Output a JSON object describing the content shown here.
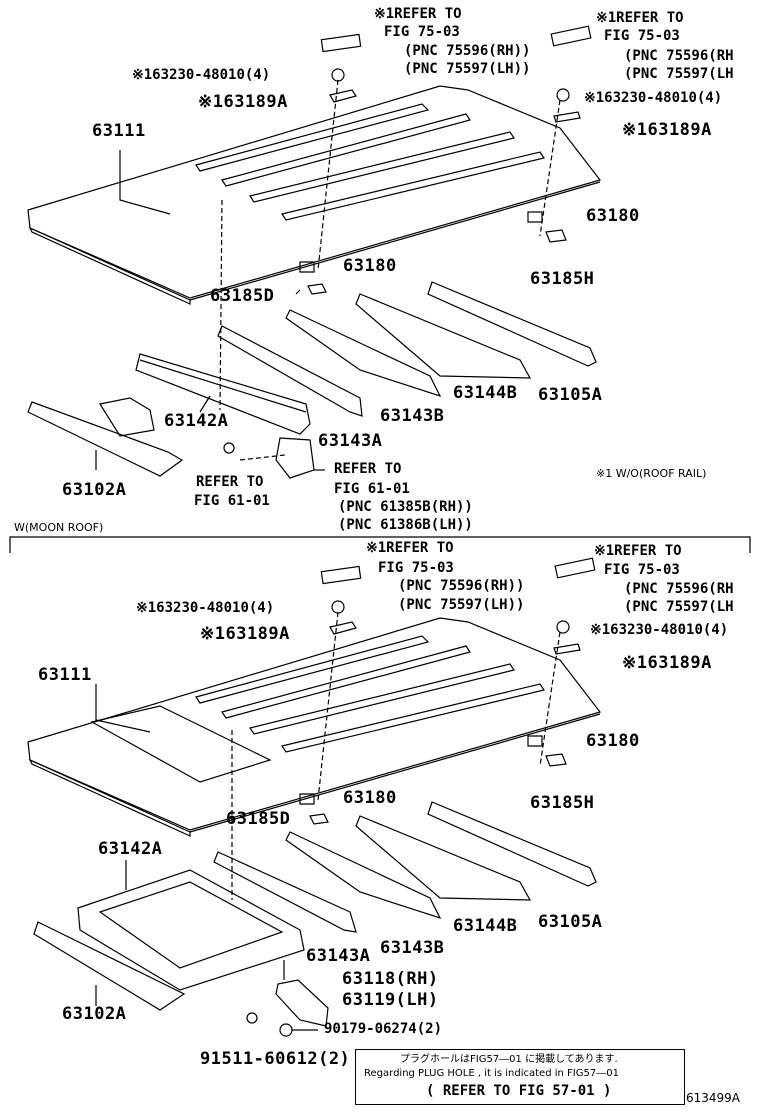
{
  "upper": {
    "refer_roof_rail_left": [
      "※1REFER TO",
      "FIG 75-03",
      "(PNC 75596(RH))",
      "(PNC 75597(LH))"
    ],
    "refer_roof_rail_right": [
      "※1REFER TO",
      "FIG 75-03",
      "(PNC 75596(RH",
      "(PNC 75597(LH"
    ],
    "bolt_left": "※163230-48010(4)",
    "bolt_right": "※163230-48010(4)",
    "bracket_left": "※163189A",
    "bracket_right": "※163189A",
    "roof_panel": "63111",
    "clip_right": "63180",
    "clip_left": "63180",
    "nut_right": "63185H",
    "nut_left": "63185D",
    "bow_144b": "63144B",
    "bow_105a": "63105A",
    "bow_143b": "63143B",
    "bow_143a": "63143A",
    "panel_142a": "63142A",
    "panel_102a": "63102A",
    "refer_61_left": [
      "REFER TO",
      "FIG 61-01"
    ],
    "refer_61_right": [
      "REFER TO",
      "FIG 61-01",
      "(PNC 61385B(RH))",
      "(PNC 61386B(LH))"
    ],
    "footnote": "※1 W/O(ROOF RAIL)"
  },
  "divider_label": "W(MOON ROOF)",
  "lower": {
    "refer_roof_rail_left": [
      "※1REFER TO",
      "FIG 75-03",
      "(PNC 75596(RH))",
      "(PNC 75597(LH))"
    ],
    "refer_roof_rail_right": [
      "※1REFER TO",
      "FIG 75-03",
      "(PNC 75596(RH",
      "(PNC 75597(LH"
    ],
    "bolt_left": "※163230-48010(4)",
    "bolt_right": "※163230-48010(4)",
    "bracket_left": "※163189A",
    "bracket_right": "※163189A",
    "roof_panel": "63111",
    "clip_right": "63180",
    "clip_left": "63180",
    "nut_right": "63185H",
    "nut_left": "63185D",
    "panel_142a": "63142A",
    "bow_143a": "63143A",
    "bow_143b": "63143B",
    "bow_144b": "63144B",
    "bow_105a": "63105A",
    "bracket_rh": "63118(RH)",
    "bracket_lh": "63119(LH)",
    "panel_102a": "63102A",
    "clip_90179": "90179-06274(2)",
    "screw_91511": "91511-60612(2)"
  },
  "note": {
    "line_jp": "プラグホールはFIG57―01 に掲載してあります.",
    "line_en": "Regarding PLUG HOLE , it is indicated in FIG57―01",
    "ref": "( REFER TO FIG 57-01 )"
  },
  "figure_id": "613499A"
}
